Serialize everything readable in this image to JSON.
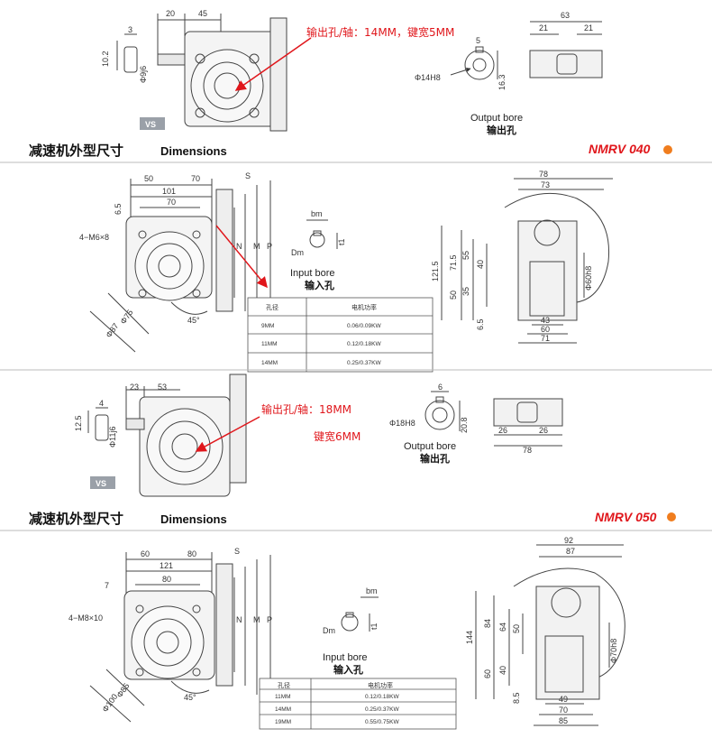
{
  "section1": {
    "dims_top": [
      "20",
      "45",
      "3",
      "10.2",
      "Φ9j6"
    ],
    "dims_bore": [
      "Φ14H8",
      "16.3",
      "5"
    ],
    "dims_shaft": [
      "63",
      "21",
      "21"
    ],
    "red_note": "输出孔/轴：14MM，键宽5MM",
    "vs_badge": "VS",
    "output_bore_en": "Output bore",
    "output_bore_cn": "输出孔"
  },
  "header1": {
    "cn": "减速机外型尺寸",
    "en": "Dimensions",
    "model": "NMRV 040"
  },
  "section2": {
    "dims_front": [
      "50",
      "70",
      "101",
      "70",
      "6.5",
      "4−M6×8",
      "Φ75",
      "Φ87",
      "45°",
      "S",
      "N",
      "M",
      "P"
    ],
    "dims_side": [
      "78",
      "73",
      "121.5",
      "71.5",
      "55",
      "40",
      "50",
      "35",
      "6.5",
      "43",
      "60",
      "71",
      "Φ60h8"
    ],
    "bore_labels": [
      "bm",
      "Dm",
      "t1"
    ],
    "input_bore_en": "Input bore",
    "input_bore_cn": "输入孔",
    "table": {
      "headers": [
        "孔径",
        "电机功率"
      ],
      "rows": [
        [
          "9MM",
          "0.06/0.09KW"
        ],
        [
          "11MM",
          "0.12/0.18KW"
        ],
        [
          "14MM",
          "0.25/0.37KW"
        ]
      ]
    }
  },
  "section3": {
    "dims_top": [
      "23",
      "53",
      "4",
      "12.5",
      "Φ11j6"
    ],
    "dims_bore": [
      "6",
      "Φ18H8",
      "20.8"
    ],
    "dims_shaft": [
      "26",
      "26",
      "78"
    ],
    "red_note_1": "输出孔/轴：18MM",
    "red_note_2": "键宽6MM",
    "vs_badge": "VS",
    "output_bore_en": "Output bore",
    "output_bore_cn": "输出孔"
  },
  "header2": {
    "cn": "减速机外型尺寸",
    "en": "Dimensions",
    "model": "NMRV 050"
  },
  "section4": {
    "dims_front": [
      "60",
      "80",
      "121",
      "80",
      "7",
      "4−M8×10",
      "Φ85",
      "Φ100",
      "45°",
      "S",
      "N",
      "M",
      "P"
    ],
    "dims_side": [
      "92",
      "87",
      "144",
      "84",
      "64",
      "50",
      "60",
      "40",
      "8.5",
      "49",
      "70",
      "85",
      "Φ70h8"
    ],
    "bore_labels": [
      "bm",
      "Dm",
      "t1"
    ],
    "input_bore_en": "Input bore",
    "input_bore_cn": "输入孔",
    "table": {
      "headers": [
        "孔径",
        "电机功率"
      ],
      "rows": [
        [
          "11MM",
          "0.12/0.18KW"
        ],
        [
          "14MM",
          "0.25/0.37KW"
        ],
        [
          "19MM",
          "0.55/0.75KW"
        ]
      ]
    }
  },
  "colors": {
    "red": "#e0161b",
    "line": "#333333",
    "vs_badge": "#9aa0a8"
  }
}
